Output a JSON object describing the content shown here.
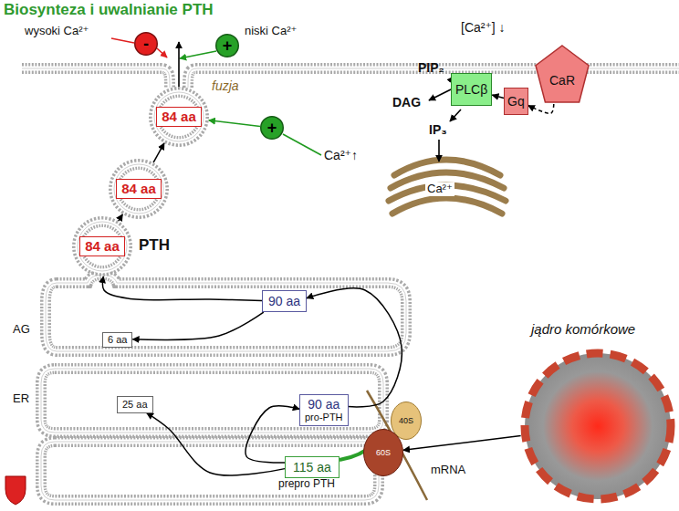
{
  "diagram": {
    "title": "Biosynteza i uwalnianie PTH",
    "nodes": [
      {
        "text": [
          "-"
        ]
      },
      {
        "text": [
          "+"
        ]
      },
      {
        "text": [
          "CaR"
        ]
      },
      {
        "text": [
          "PLCβ"
        ]
      },
      {
        "text": [
          "Gq"
        ]
      },
      {
        "text": [
          "84 aa"
        ]
      },
      {
        "text": [
          "+"
        ]
      },
      {
        "text": [
          "84 aa"
        ]
      },
      {
        "text": [
          "84 aa"
        ]
      },
      {
        "text": [
          "90 aa"
        ]
      },
      {
        "text": [
          "6 aa"
        ]
      },
      {
        "text": [
          "jądro komórkowe"
        ]
      },
      {
        "text": [
          "25 aa"
        ]
      },
      {
        "text": [
          "90 aa",
          "pro-PTH"
        ]
      },
      {
        "text": [
          "40S"
        ]
      },
      {
        "text": [
          "60S"
        ]
      },
      {
        "text": [
          "115 aa",
          "prepro PTH"
        ]
      }
    ],
    "edges": [
      {
        "from": 2,
        "to": 4,
        "arrow": "to"
      },
      {
        "from": 4,
        "to": 3,
        "arrow": "to"
      },
      {
        "from": 6,
        "to": 5,
        "arrow": "to"
      },
      {
        "from": 8,
        "to": 7,
        "arrow": "to"
      },
      {
        "from": 7,
        "to": 5,
        "arrow": "to"
      },
      {
        "from": 9,
        "to": 8,
        "arrow": "to"
      },
      {
        "from": 9,
        "to": 10,
        "arrow": "to"
      },
      {
        "from": 13,
        "to": 9,
        "arrow": "to"
      },
      {
        "from": 16,
        "to": 12,
        "arrow": "to"
      },
      {
        "from": 16,
        "to": 13,
        "arrow": "to"
      },
      {
        "from": 11,
        "to": 15,
        "arrow": "to"
      }
    ],
    "labels": [
      "wysoki Ca²⁺",
      "niski Ca²⁺",
      "[Ca²⁺] ↓",
      "fuzja",
      "PIP₂",
      "DAG",
      "IP₃",
      "Ca²⁺↑",
      "Ca²⁺",
      "PTH",
      "AG",
      "ER",
      "mRNA"
    ]
  }
}
